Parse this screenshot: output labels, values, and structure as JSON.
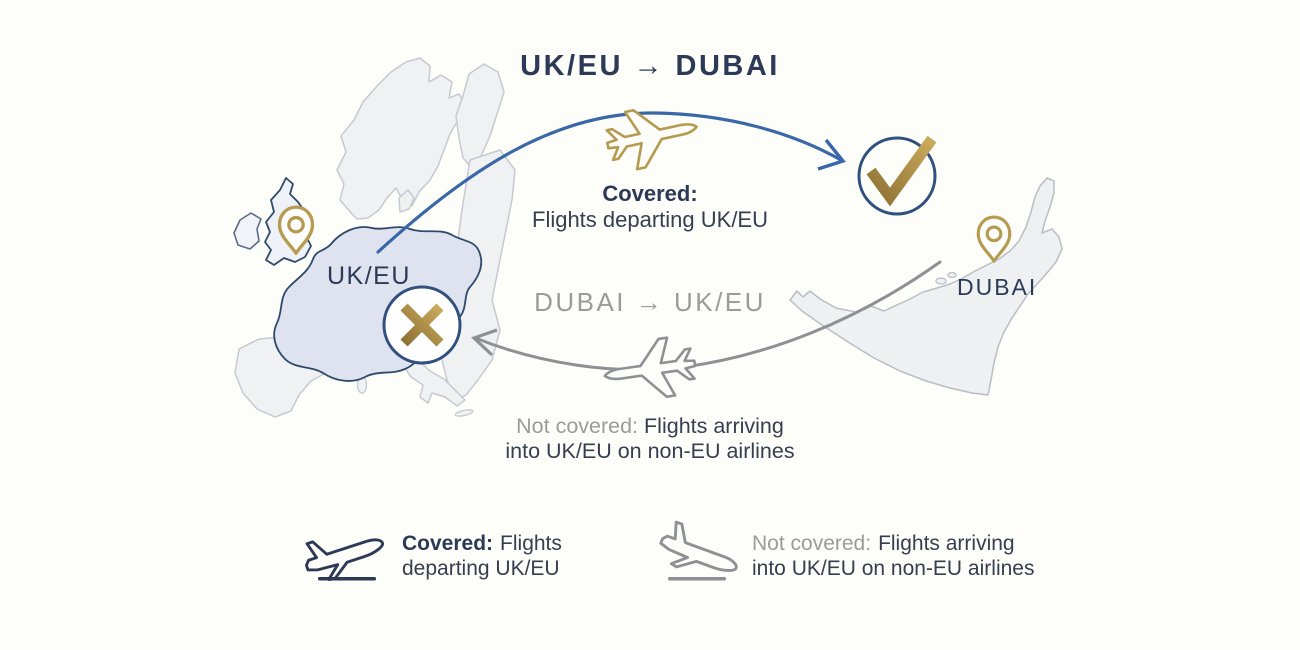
{
  "colors": {
    "navy": "#2c3a57",
    "blue": "#3a67a8",
    "circle_navy": "#30507f",
    "gold": "#b69a50",
    "gold_dark": "#8f7134",
    "gold_light": "#cbab5c",
    "mid_gray": "#9b9b9b",
    "arc_gray": "#8f9093",
    "dark_text": "#363e4f",
    "bg": "#fdfdf9",
    "eu_fill": "#dfe3f0",
    "land_fill": "#f0f1f3"
  },
  "covered_route": {
    "heading": "UK/EU → DUBAI",
    "label": "Covered:",
    "description": "Flights departing UK/EU",
    "plane_icon": "plane-top-view-gold",
    "status_icon": "checkmark-circle"
  },
  "not_covered_route": {
    "heading": "DUBAI → UK/EU",
    "label": "Not covered:",
    "description_line1": "Flights arriving",
    "description_line2": "into UK/EU on non-EU airlines",
    "plane_icon": "plane-top-view-gray",
    "status_icon": "cross-circle"
  },
  "map_labels": {
    "europe": "UK/EU",
    "dubai": "DUBAI"
  },
  "legend": [
    {
      "icon": "plane-takeoff-icon",
      "label": "Covered:",
      "line1_rest": "Flights",
      "line2": "departing UK/EU"
    },
    {
      "icon": "plane-landing-icon",
      "label": "Not covered:",
      "line1_rest": "Flights arriving",
      "line2": "into UK/EU on non-EU airlines"
    }
  ]
}
